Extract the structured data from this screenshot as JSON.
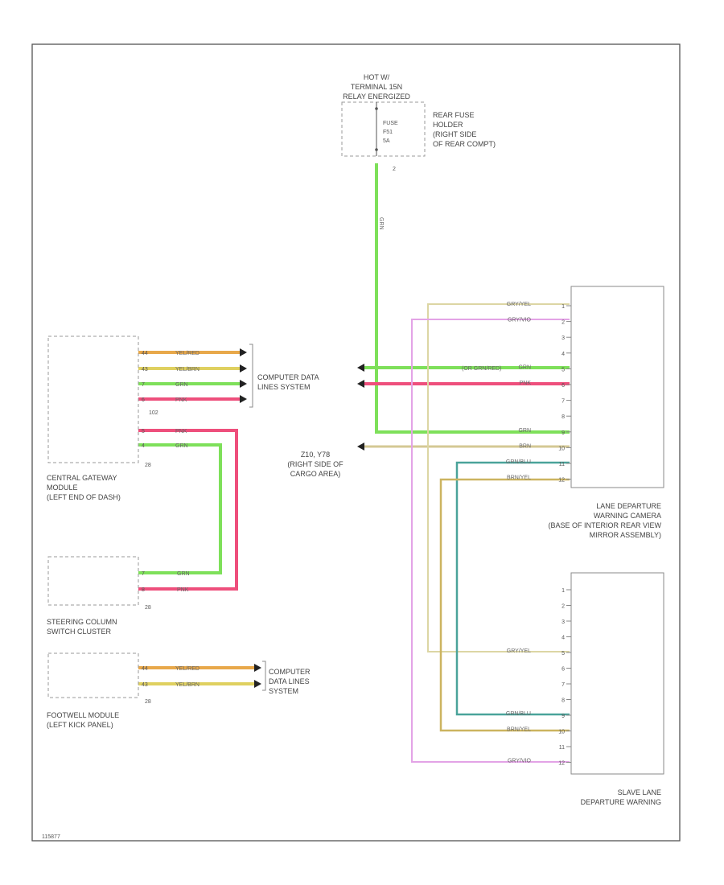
{
  "power": {
    "line1": "HOT W/",
    "line2": "TERMINAL 15N",
    "line3": "RELAY ENERGIZED",
    "fuse_line1": "FUSE",
    "fuse_line2": "F51",
    "fuse_line3": "5A",
    "holder_line1": "REAR FUSE",
    "holder_line2": "HOLDER",
    "holder_line3": "(RIGHT SIDE",
    "holder_line4": "OF REAR COMPT)",
    "pin": "2",
    "wire": "GRN"
  },
  "cgm": {
    "pins": [
      "44",
      "43",
      "7",
      "6",
      "5",
      "4"
    ],
    "wires": [
      "YEL/RED",
      "YEL/BRN",
      "GRN",
      "PNK",
      "PNK",
      "GRN"
    ],
    "connector": "102",
    "conn2": "28",
    "label1": "CENTRAL GATEWAY",
    "label2": "MODULE",
    "label3": "(LEFT END OF DASH)"
  },
  "cdls1": {
    "line1": "COMPUTER DATA",
    "line2": "LINES SYSTEM"
  },
  "scs": {
    "pins": [
      "7",
      "8"
    ],
    "wires": [
      "GRN",
      "PNK"
    ],
    "connector": "28",
    "label1": "STEERING COLUMN",
    "label2": "SWITCH CLUSTER"
  },
  "fwm": {
    "pins": [
      "44",
      "43"
    ],
    "wires": [
      "YEL/RED",
      "YEL/BRN"
    ],
    "connector": "28",
    "label1": "FOOTWELL MODULE",
    "label2": "(LEFT KICK PANEL)"
  },
  "cdls2": {
    "line1": "COMPUTER",
    "line2": "DATA LINES",
    "line3": "SYSTEM"
  },
  "ground": {
    "line1": "Z10, Y78",
    "line2": "(RIGHT SIDE OF",
    "line3": "CARGO AREA)"
  },
  "camera": {
    "pins": [
      "1",
      "2",
      "3",
      "4",
      "5",
      "6",
      "7",
      "8",
      "9",
      "10",
      "11",
      "12"
    ],
    "wires": [
      "GRY/YEL",
      "GRY/VIO",
      "",
      "",
      "GRN",
      "PNK",
      "",
      "",
      "GRN",
      "BRN",
      "GRN/BLU",
      "BRN/YEL"
    ],
    "extra_wire": "(OR GRN/RED)",
    "label1": "LANE DEPARTURE",
    "label2": "WARNING CAMERA",
    "label3": "(BASE OF INTERIOR REAR VIEW",
    "label4": "MIRROR ASSEMBLY)"
  },
  "slave": {
    "pins": [
      "1",
      "2",
      "3",
      "4",
      "5",
      "6",
      "7",
      "8",
      "9",
      "10",
      "11",
      "12"
    ],
    "wires": [
      "",
      "",
      "",
      "",
      "GRY/YEL",
      "",
      "",
      "",
      "GRN/BLU",
      "BRN/YEL",
      "",
      "GRY/VIO"
    ],
    "label1": "SLAVE LANE",
    "label2": "DEPARTURE WARNING"
  },
  "footer": {
    "code": "115877"
  },
  "colors": {
    "green": "#7ee05a",
    "pink": "#ee4f7c",
    "orange": "#e8a84a",
    "yellow": "#dfd060",
    "tan": "#d4c894",
    "violet": "#e3a3e6",
    "teal": "#4aa39a",
    "gold": "#ccb460",
    "frame": "#555555",
    "dashed": "#9a9a9a"
  }
}
